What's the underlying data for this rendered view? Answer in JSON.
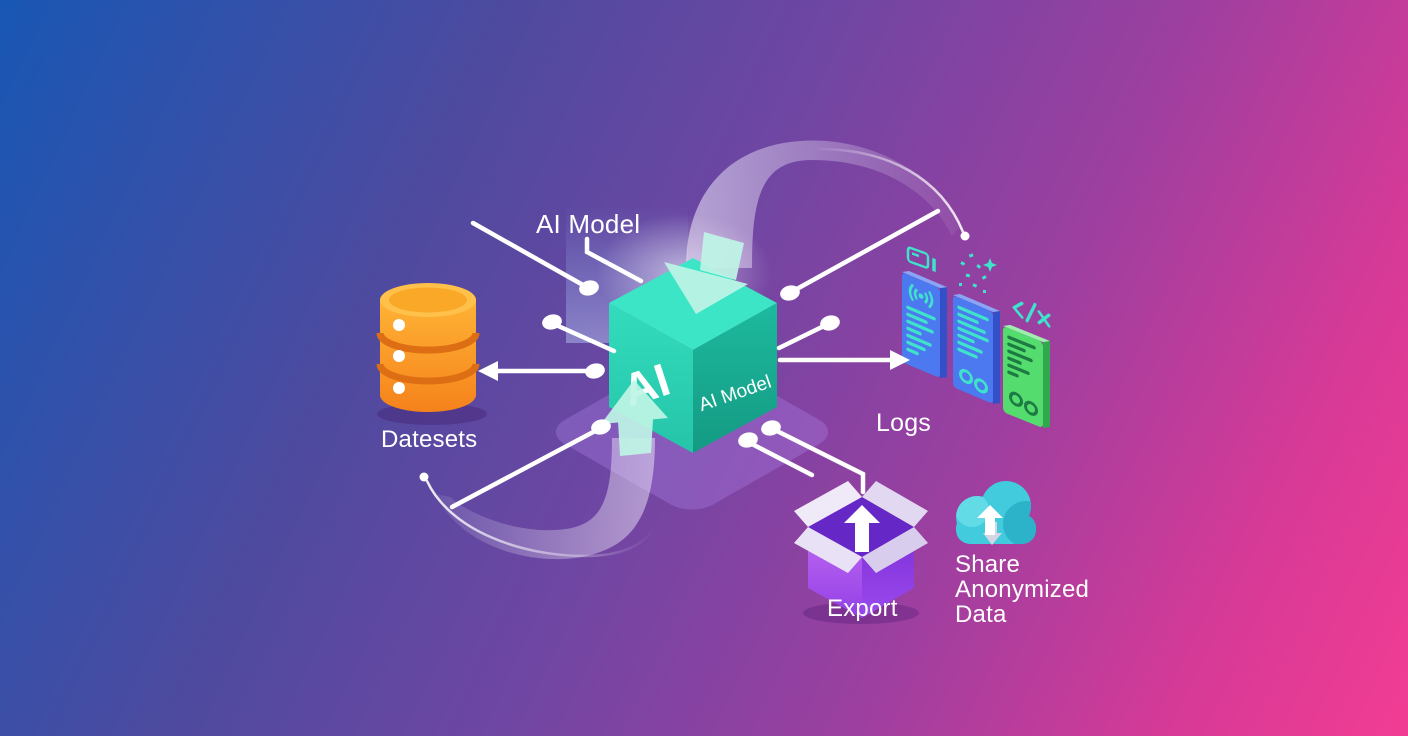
{
  "labels": {
    "ai_model_callout": "AI Model",
    "cube_front": "AI",
    "cube_side": "AI Model",
    "datasets": "Datesets",
    "logs": "Logs",
    "export": "Export",
    "share_anonymized": "Share Anonymized Data"
  },
  "nodes": [
    {
      "id": "ai-model-cube",
      "label": "AI Model"
    },
    {
      "id": "datasets-database",
      "label": "Datesets"
    },
    {
      "id": "logs-panels",
      "label": "Logs"
    },
    {
      "id": "export-box",
      "label": "Export"
    },
    {
      "id": "share-cloud",
      "label": "Share Anonymized Data"
    }
  ],
  "colors": {
    "background_gradient": [
      "#1857B4",
      "#5F4AA2",
      "#9C3FA0",
      "#F23C93"
    ],
    "cube_top": "#3BE5C6",
    "cube_left": "#2ED3B5",
    "cube_right": "#19AB92",
    "database_orange": "#F99F22",
    "panel_blue": "#4C79EF",
    "panel_green": "#55DC6E",
    "accent_teal": "#3FE2CA",
    "export_purple": "#8B3BE4",
    "flap_lavender": "#E8DFF5",
    "cloud_cyan": "#41CBDC",
    "connector_white": "#FFFFFF",
    "flow_lavender": "#EDE7F8"
  }
}
